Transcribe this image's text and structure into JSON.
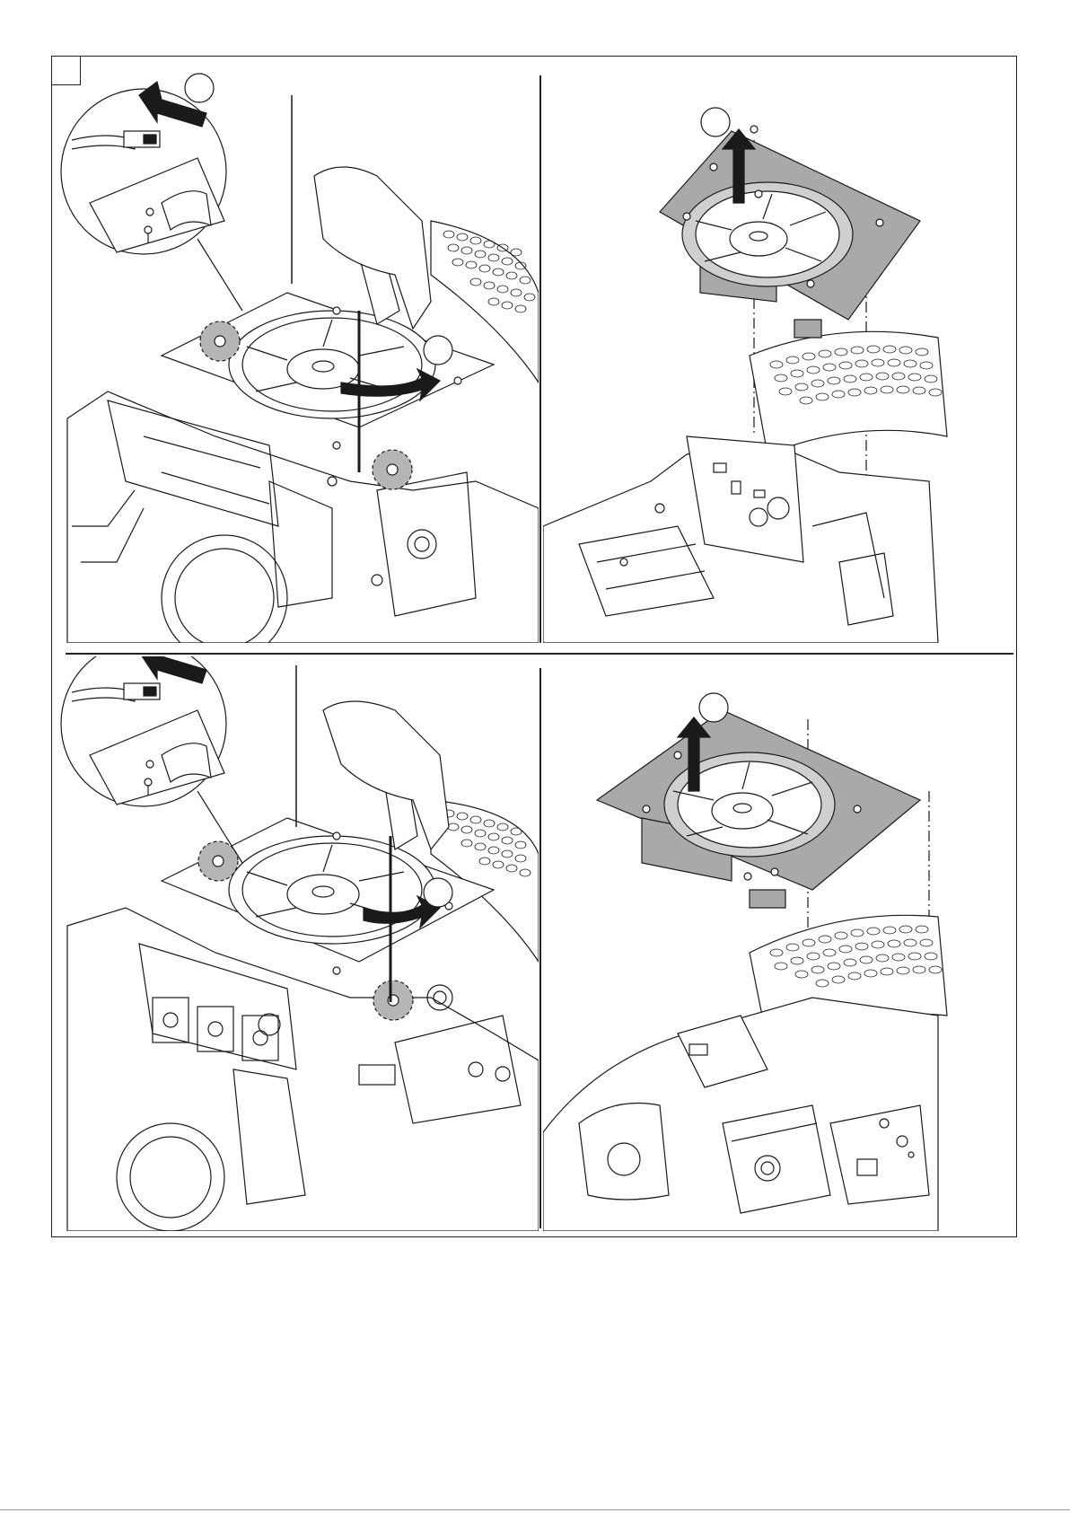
{
  "figure": {
    "step_label": "",
    "panels": [
      {
        "id": "top-left",
        "callouts": [
          "",
          ""
        ],
        "icons": [
          "connector-zoom-icon",
          "screwdriver-icon",
          "rotate-arrow-icon"
        ]
      },
      {
        "id": "top-right",
        "callouts": [
          ""
        ],
        "icons": [
          "fan-plate-icon",
          "lift-arrow-icon"
        ]
      },
      {
        "id": "bottom-left",
        "callouts": [
          "",
          ""
        ],
        "icons": [
          "connector-zoom-icon",
          "screwdriver-icon",
          "rotate-arrow-icon"
        ]
      },
      {
        "id": "bottom-right",
        "callouts": [
          ""
        ],
        "icons": [
          "fan-plate-icon",
          "lift-arrow-icon"
        ]
      }
    ]
  },
  "colors": {
    "line": "#1a1a1a",
    "plate": "#a9a9a9",
    "screw_highlight": "#b5b5b5",
    "background": "#ffffff"
  }
}
